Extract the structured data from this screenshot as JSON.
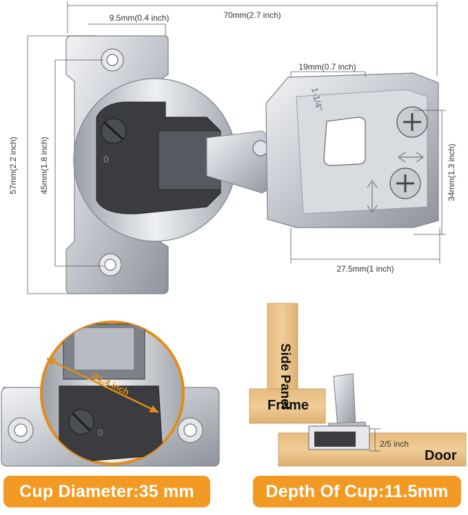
{
  "dimensions": {
    "total_width": "70mm(2.7 inch)",
    "screw_offset": "9.5mm(0.4 inch)",
    "plate_width": "19mm(0.7 inch)",
    "total_height": "57mm(2.2 inch)",
    "cup_height": "45mm(1.8 inch)",
    "plate_height": "34mm(1.3 inch)",
    "plate_depth": "27.5mm(1 inch)",
    "cup_diameter_inch": "Ø1.4 inch",
    "cup_depth_inch": "2/5 inch",
    "overlay_marking": "1-1/4\""
  },
  "diagram_labels": {
    "side_panel": "Side Panel",
    "frame": "Frame",
    "door": "Door"
  },
  "captions": {
    "cup_diameter": "Cup Diameter:35 mm",
    "cup_depth": "Depth Of Cup:11.5mm"
  },
  "colors": {
    "accent": "#f29a24",
    "metal": "#c9cdd2",
    "wood": "#e8c089",
    "plastic": "#3a3c3f"
  }
}
